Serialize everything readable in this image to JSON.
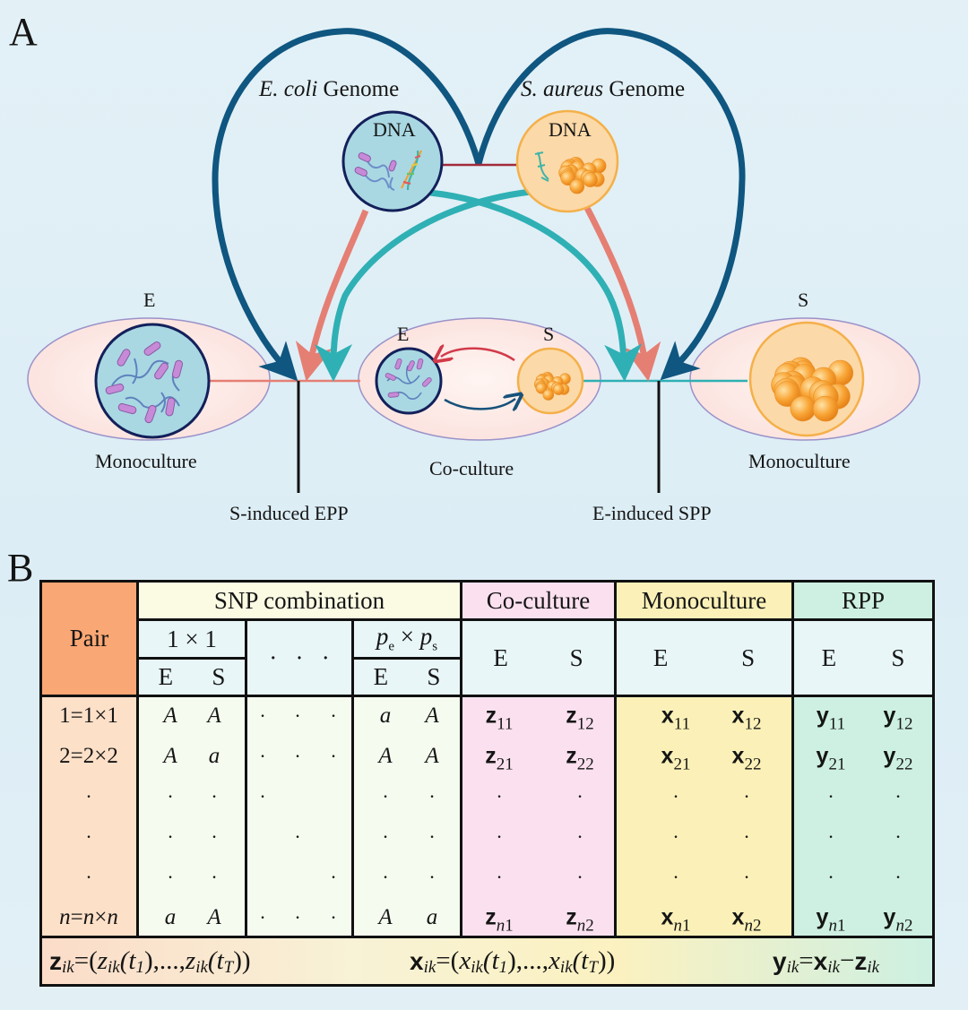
{
  "panel_a": {
    "label": "A",
    "ecoli_genome": {
      "italic": "E. coli",
      "rest": " Genome",
      "dna": "DNA"
    },
    "saureus_genome": {
      "italic": "S. aureus",
      "rest": " Genome",
      "dna": "DNA"
    },
    "mono_e": {
      "top": "E",
      "bottom": "Monoculture"
    },
    "co_culture": {
      "e": "E",
      "s": "S",
      "bottom": "Co-culture"
    },
    "mono_s": {
      "top": "S",
      "bottom": "Monoculture"
    },
    "left_effect": "S-induced EPP",
    "right_effect": "E-induced SPP",
    "colors": {
      "dark_blue": "#0f5680",
      "salmon": "#e57f74",
      "teal": "#2fb0b4",
      "ecoli_fill": "#a9d8e3",
      "saureus_fill": "#fcd9a8",
      "ellipse_fill": "#fde6e2",
      "background": "#e0f0f6"
    }
  },
  "panel_b": {
    "label": "B",
    "headers": {
      "pair": "Pair",
      "snp": "SNP combination",
      "coculture": "Co-culture",
      "monoculture": "Monoculture",
      "rpp": "RPP",
      "snp_first": "1 × 1",
      "snp_last_p": "p",
      "snp_last_e": "e",
      "snp_last_times": " × ",
      "snp_last_s": "s",
      "ellipsis": "·   ·   ·",
      "e": "E",
      "s": "S"
    },
    "rows": [
      {
        "pair": "1=1×1",
        "snp1": [
          "A",
          "A"
        ],
        "snp_mid": "·   ·   ·",
        "snpn": [
          "a",
          "A"
        ],
        "co": [
          "z",
          "11",
          "z",
          "12"
        ],
        "mono": [
          "x",
          "11",
          "x",
          "12"
        ],
        "rpp": [
          "y",
          "11",
          "y",
          "12"
        ]
      },
      {
        "pair": "2=2×2",
        "snp1": [
          "A",
          "a"
        ],
        "snp_mid": "·   ·   ·",
        "snpn": [
          "A",
          "A"
        ],
        "co": [
          "z",
          "21",
          "z",
          "22"
        ],
        "mono": [
          "x",
          "21",
          "x",
          "22"
        ],
        "rpp": [
          "y",
          "21",
          "y",
          "22"
        ]
      },
      {
        "pair": "·",
        "snp1": [
          "·",
          "·"
        ],
        "snp_mid": "·",
        "snpn": [
          "·",
          "·"
        ],
        "co": [
          "·",
          "",
          "·",
          ""
        ],
        "mono": [
          "·",
          "",
          "·",
          ""
        ],
        "rpp": [
          "·",
          "",
          "·",
          ""
        ]
      },
      {
        "pair": "·",
        "snp1": [
          "·",
          "·"
        ],
        "snp_mid": "·",
        "snpn": [
          "·",
          "·"
        ],
        "co": [
          "·",
          "",
          "·",
          ""
        ],
        "mono": [
          "·",
          "",
          "·",
          ""
        ],
        "rpp": [
          "·",
          "",
          "·",
          ""
        ]
      },
      {
        "pair": "·",
        "snp1": [
          "·",
          "·"
        ],
        "snp_mid": "·",
        "snpn": [
          "·",
          "·"
        ],
        "co": [
          "·",
          "",
          "·",
          ""
        ],
        "mono": [
          "·",
          "",
          "·",
          ""
        ],
        "rpp": [
          "·",
          "",
          "·",
          ""
        ]
      },
      {
        "pair": "n=n×n",
        "snp1": [
          "a",
          "A"
        ],
        "snp_mid": "·   ·   ·",
        "snpn": [
          "A",
          "a"
        ],
        "co": [
          "z",
          "n1",
          "z",
          "n2"
        ],
        "mono": [
          "x",
          "n1",
          "x",
          "n2"
        ],
        "rpp": [
          "y",
          "n1",
          "y",
          "n2"
        ]
      }
    ],
    "formulas": {
      "z": {
        "var": "z",
        "sub": "ik",
        "eq": "=(",
        "body1": "z",
        "body2": "(t",
        "t1": "1",
        "mid": "),...,",
        "t2": "T",
        "end": "))"
      },
      "x": {
        "var": "x",
        "sub": "ik",
        "eq": "=(",
        "body1": "x",
        "body2": "(t",
        "t1": "1",
        "mid": "),...,",
        "t2": "T",
        "end": "))"
      },
      "y": {
        "var": "y",
        "sub": "ik",
        "eq": "=",
        "x": "x",
        "minus": "−",
        "z": "z"
      }
    },
    "colors": {
      "pair_header": "#f9a774",
      "pair_body": "#fde0c8",
      "snp_header": "#fbfbe4",
      "snp_sub": "#e8f6f8",
      "snp_body": "#f5fbef",
      "coculture": "#fbe1ef",
      "monoculture": "#fbf1b8",
      "rpp": "#cdf0e2",
      "sub_header": "#e8f6f8"
    }
  }
}
